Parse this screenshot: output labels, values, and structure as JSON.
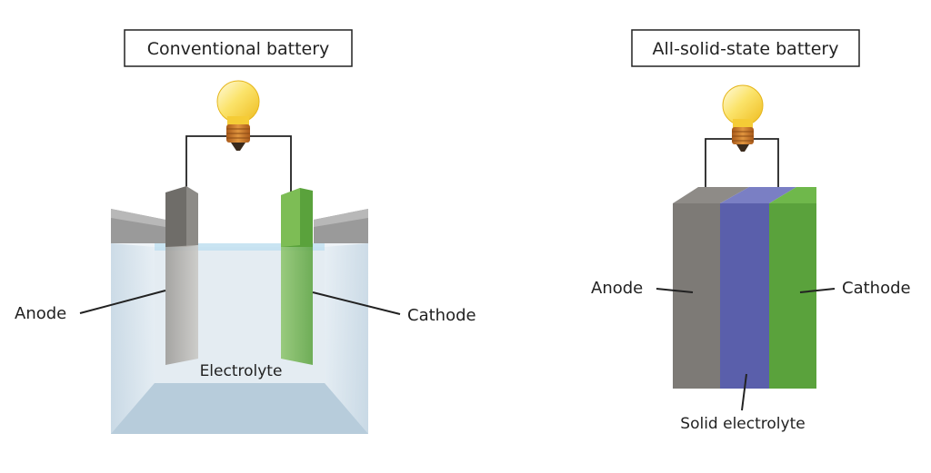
{
  "conventional": {
    "title": "Conventional battery",
    "anode_label": "Anode",
    "cathode_label": "Cathode",
    "electrolyte_label": "Electrolyte"
  },
  "solid_state": {
    "title": "All-solid-state battery",
    "anode_label": "Anode",
    "cathode_label": "Cathode",
    "electrolyte_label": "Solid electrolyte"
  },
  "colors": {
    "anode": "#7d7a76",
    "cathode": "#5aa23c",
    "solid_electrolyte": "#5a5fab",
    "liquid": "#d6e4ee",
    "bulb": "#f6d23a",
    "bulb_base": "#c8782a"
  },
  "icons": [
    "light-bulb-icon",
    "light-bulb-icon"
  ]
}
